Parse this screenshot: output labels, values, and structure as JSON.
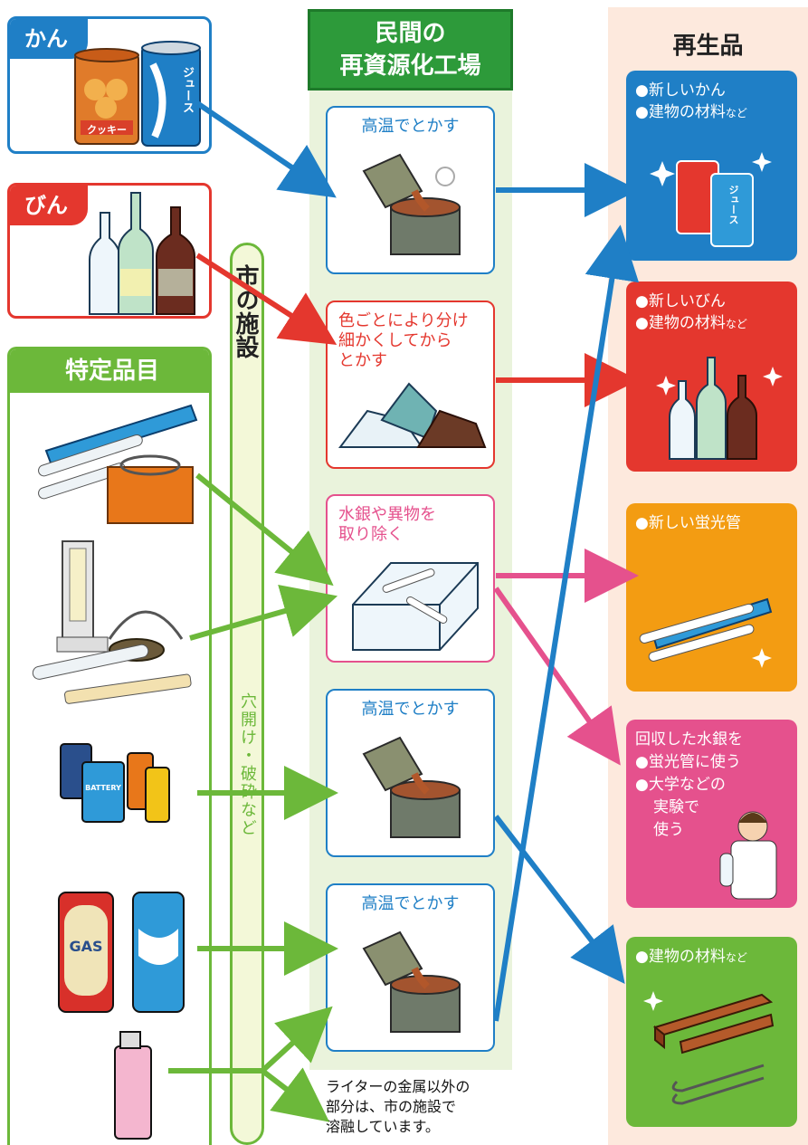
{
  "colors": {
    "blue": "#1f7fc6",
    "red": "#e4372e",
    "green": "#6cb83a",
    "dark_green": "#2d9a3a",
    "pink": "#e5518d",
    "orange": "#f39c12",
    "pale_green": "#eaf3dc",
    "pale_peach": "#fde9dd"
  },
  "sources": {
    "can": {
      "title": "かん",
      "cookie_label": "クッキー",
      "juice_label": "ジュース"
    },
    "bottle": {
      "title": "びん"
    },
    "specific": {
      "title": "特定品目"
    }
  },
  "city_facility": {
    "title": "市の施設",
    "note": "穴開け・破砕など"
  },
  "private_plant": {
    "title_line1": "民間の",
    "title_line2": "再資源化工場"
  },
  "processes": [
    {
      "label": "高温でとかす"
    },
    {
      "line1": "色ごとにより分け",
      "line2": "細かくしてから",
      "line3": "とかす"
    },
    {
      "line1": "水銀や異物を",
      "line2": "取り除く"
    },
    {
      "label": "高温でとかす"
    },
    {
      "label": "高温でとかす"
    }
  ],
  "recycled_header": "再生品",
  "results": [
    {
      "line1": "●新しいかん",
      "line2": "●建物の材料",
      "suffix": "など",
      "juice_label": "ジュース"
    },
    {
      "line1": "●新しいびん",
      "line2": "●建物の材料",
      "suffix": "など"
    },
    {
      "line1": "●新しい蛍光管"
    },
    {
      "line1": "回収した水銀を",
      "line2": "●蛍光管に使う",
      "line3": "●大学などの",
      "line4": "実験で",
      "line5": "使う"
    },
    {
      "line1": "●建物の材料",
      "suffix": "など"
    }
  ],
  "footnote": {
    "line1": "ライターの金属以外の",
    "line2": "部分は、市の施設で",
    "line3": "溶融しています。"
  },
  "battery_label": "BATTERY",
  "gas_label": "GAS"
}
